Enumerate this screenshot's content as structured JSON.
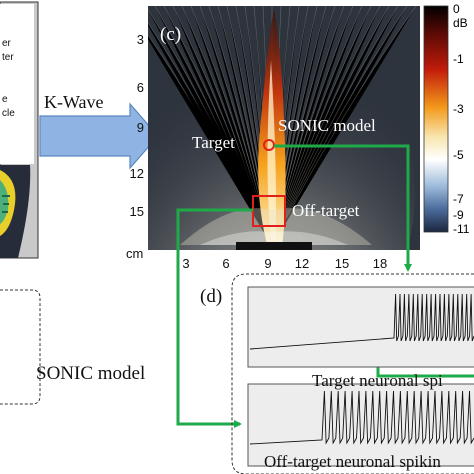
{
  "left_panel": {
    "label_lines": [
      "er",
      "ter",
      "e",
      "cle"
    ]
  },
  "kwave_label": "K-Wave",
  "sonic_model_left_label": "SONIC model",
  "panel_c": {
    "label": "(c)",
    "target_label": "Target",
    "sonic_model_label": "SONIC model",
    "off_target_label": "Off-target",
    "y_unit": "cm",
    "y_ticks": [
      "3",
      "6",
      "9",
      "12",
      "15"
    ],
    "x_ticks": [
      "3",
      "6",
      "9",
      "12",
      "15",
      "18"
    ],
    "colorbar_ticks": [
      "0 dB",
      "-1",
      "-3",
      "-5",
      "-7",
      "-9",
      "-11"
    ]
  },
  "panel_d": {
    "label": "(d)",
    "target_trace_label": "Target neuronal spi",
    "offtarget_trace_label": "Off-target neuronal spikin"
  },
  "colors": {
    "arrow_blue": "#8fb4e3",
    "arrow_green": "#1faa4a",
    "target_red": "#e0201b"
  }
}
